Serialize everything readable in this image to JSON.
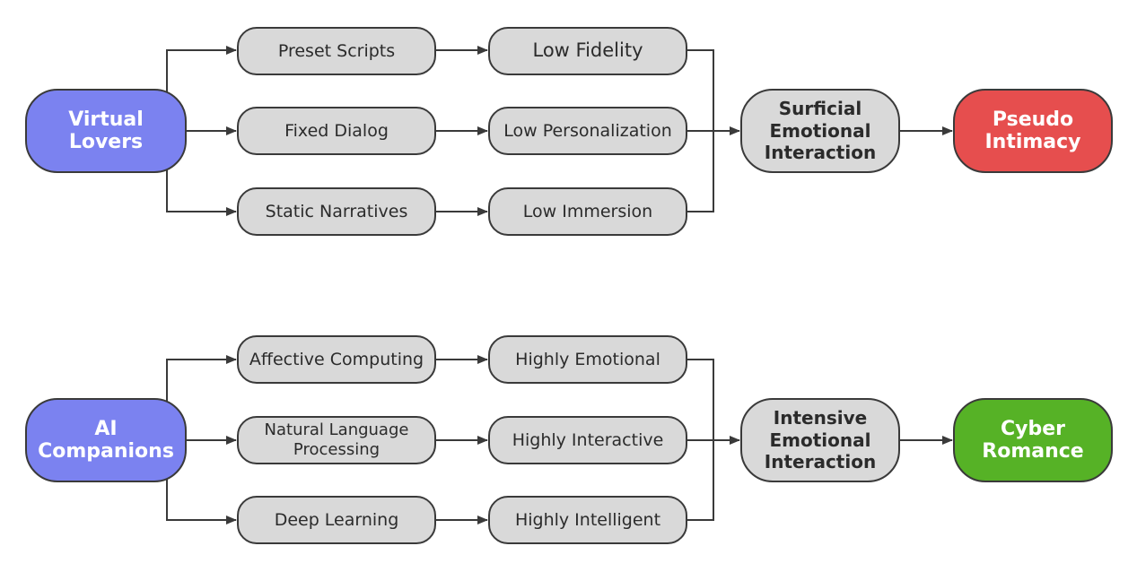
{
  "top": {
    "source": "Virtual\nLovers",
    "features": [
      "Preset Scripts",
      "Fixed Dialog",
      "Static Narratives"
    ],
    "effects": [
      "Low Fidelity",
      "Low Personalization",
      "Low Immersion"
    ],
    "interaction": "Surficial\nEmotional\nInteraction",
    "outcome": "Pseudo\nIntimacy"
  },
  "bottom": {
    "source": "AI\nCompanions",
    "features": [
      "Affective Computing",
      "Natural Language\nProcessing",
      "Deep Learning"
    ],
    "effects": [
      "Highly Emotional",
      "Highly Interactive",
      "Highly Intelligent"
    ],
    "interaction": "Intensive\nEmotional\nInteraction",
    "outcome": "Cyber\nRomance"
  },
  "colors": {
    "source": "#7b82f0",
    "pill": "#d9d9d9",
    "pseudo_intimacy": "#e64e4e",
    "cyber_romance": "#56b226",
    "line": "#3a3a3a"
  }
}
